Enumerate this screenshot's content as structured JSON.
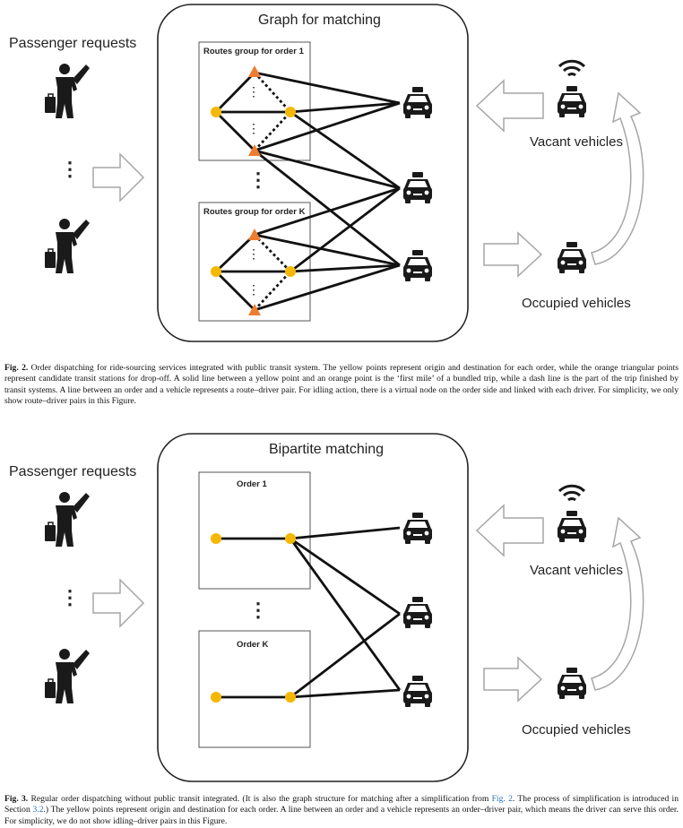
{
  "fig2": {
    "title": "Graph for matching",
    "passenger_label": "Passenger requests",
    "dots": "⋮",
    "group1_label": "Routes group for order 1",
    "groupK_label": "Routes group for order K",
    "vacant_label": "Vacant vehicles",
    "occupied_label": "Occupied vehicles",
    "caption_num": "Fig. 2.",
    "caption_text": " Order dispatching for ride-sourcing services integrated with public transit system. The yellow points represent origin and destination for each order, while the orange triangular points represent candidate transit stations for drop-off. A solid line between a yellow point and an orange point is the ‘first mile’ of a bundled trip, while a dash line is the part of the trip finished by transit systems. A line between an order and a vehicle represents a route–driver pair. For idling action, there is a virtual node on the order side and linked with each driver. For simplicity, we only show route–driver pairs in this Figure."
  },
  "fig3": {
    "title": "Bipartite matching",
    "passenger_label": "Passenger requests",
    "dots": "⋮",
    "group1_label": "Order 1",
    "groupK_label": "Order K",
    "vacant_label": "Vacant vehicles",
    "occupied_label": "Occupied vehicles",
    "caption_num": "Fig. 3.",
    "caption_a": " Regular order dispatching without public transit integrated. (It is also the graph structure for matching after a simplification from ",
    "caption_ref1": "Fig. 2",
    "caption_b": ". The process of simplification is introduced in Section ",
    "caption_ref2": "3.2",
    "caption_c": ".) The yellow points represent origin and destination for each order. A line between an order and a vehicle represents an order–driver pair, which means the driver can serve this order. For simplicity, we do not show idling–driver pairs in this Figure."
  },
  "colors": {
    "yellow_node": "#f5b800",
    "orange_node": "#ed7d31",
    "line": "#111111",
    "arrow_outline": "#a6a6a6"
  }
}
